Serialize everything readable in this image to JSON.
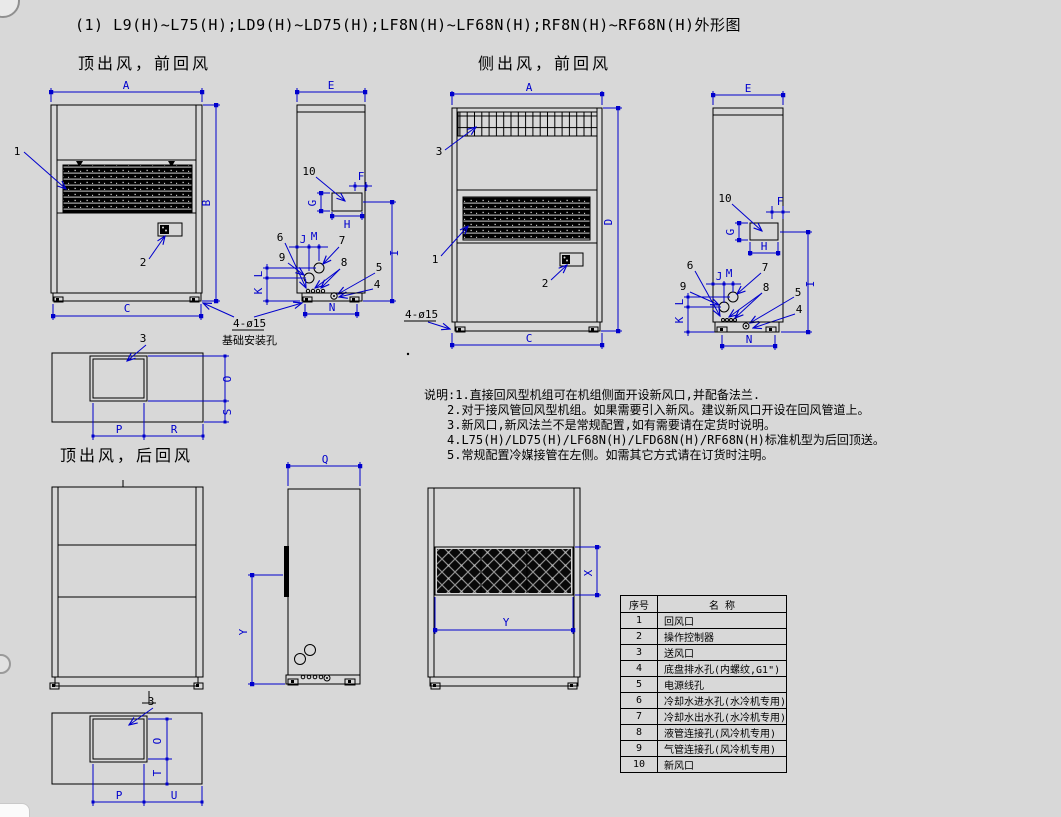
{
  "drawing": {
    "title": "(1) L9(H)~L75(H);LD9(H)~LD75(H);LF8N(H)~LF68N(H);RF8N(H)~RF68N(H)外形图"
  },
  "sections": {
    "top_outlet_front_return": "顶出风，前回风",
    "side_outlet_front_return": "侧出风，前回风",
    "top_outlet_rear_return": "顶出风，后回风"
  },
  "dims": {
    "A": "A",
    "B": "B",
    "C": "C",
    "D": "D",
    "E": "E",
    "F": "F",
    "G": "G",
    "H": "H",
    "I": "I",
    "J": "J",
    "K": "K",
    "L": "L",
    "M": "M",
    "N": "N",
    "O": "O",
    "P": "P",
    "Q": "Q",
    "R": "R",
    "S": "S",
    "T": "T",
    "U": "U",
    "X": "X",
    "Y": "Y"
  },
  "callouts": {
    "c1": "1",
    "c2": "2",
    "c3": "3",
    "c4": "4",
    "c5": "5",
    "c6": "6",
    "c7": "7",
    "c8": "8",
    "c9": "9",
    "c10": "10"
  },
  "annotations": {
    "mount_holes": "4-ø15",
    "mount_holes_label": "基础安装孔"
  },
  "notes": {
    "lines": [
      "说明:1.直接回风型机组可在机组侧面开设新风口,并配备法兰.",
      "2.对于接风管回风型机组。如果需要引入新风。建议新风口开设在回风管道上。",
      "3.新风口,新风法兰不是常规配置,如有需要请在定货时说明。",
      "4.L75(H)/LD75(H)/LF68N(H)/LFD68N(H)/RF68N(H)标准机型为后回顶送。",
      "5.常规配置冷媒接管在左侧。如需其它方式请在订货时注明。"
    ]
  },
  "parts_table": {
    "headers": [
      "序号",
      "名  称"
    ],
    "rows": [
      [
        "1",
        "回风口"
      ],
      [
        "2",
        "操作控制器"
      ],
      [
        "3",
        "送风口"
      ],
      [
        "4",
        "底盘排水孔(内螺纹,G1\")"
      ],
      [
        "5",
        "电源线孔"
      ],
      [
        "6",
        "冷却水进水孔(水冷机专用)"
      ],
      [
        "7",
        "冷却水出水孔(水冷机专用)"
      ],
      [
        "8",
        "液管连接孔(风冷机专用)"
      ],
      [
        "9",
        "气管连接孔(风冷机专用)"
      ],
      [
        "10",
        "新风口"
      ]
    ]
  },
  "colors": {
    "dimension_blue": "#0000cd",
    "line_black": "#000000",
    "background_gray": "#d8d8d8"
  }
}
